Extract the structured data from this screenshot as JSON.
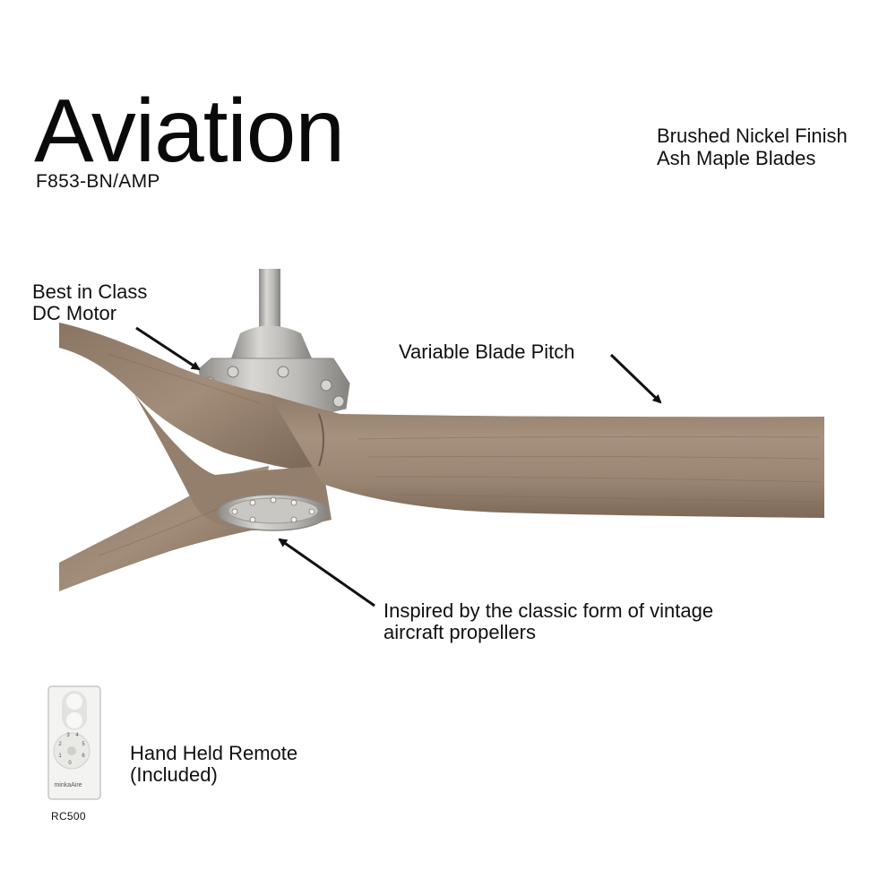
{
  "product": {
    "name": "Aviation",
    "model": "F853-BN/AMP",
    "finish_lines": [
      "Brushed Nickel Finish",
      "Ash Maple Blades"
    ]
  },
  "callouts": {
    "motor": [
      "Best in Class",
      "DC Motor"
    ],
    "pitch": "Variable Blade Pitch",
    "inspired": [
      "Inspired by the classic form of vintage",
      "aircraft propellers"
    ],
    "remote": [
      "Hand Held Remote",
      "(Included)"
    ]
  },
  "remote": {
    "model": "RC500",
    "buttons": [
      "3",
      "4",
      "5",
      "6",
      "2",
      "1",
      "0"
    ],
    "brand_mark": "minkaAire"
  },
  "colors": {
    "blade_wood": "#a08b78",
    "blade_dark": "#7f6b5a",
    "nickel": "#b9b7b3",
    "text": "#111111"
  }
}
